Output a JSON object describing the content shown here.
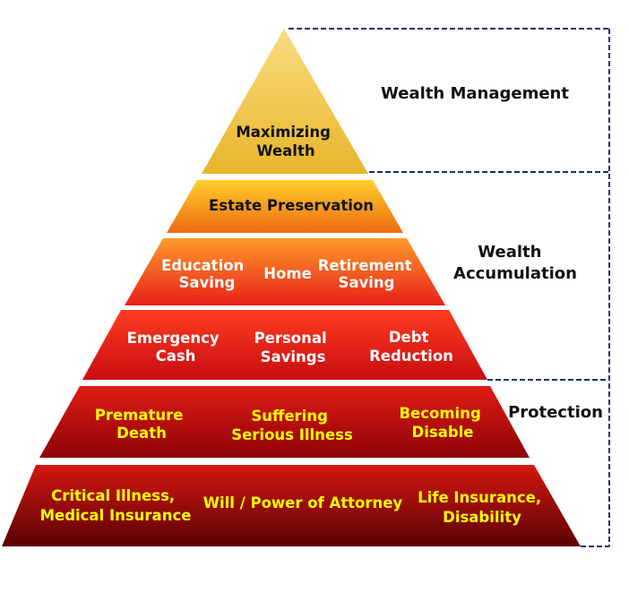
{
  "tiers": [
    {
      "lines": [
        "Maximizing",
        "Wealth"
      ]
    },
    {
      "lines": [
        "Estate Preservation"
      ]
    },
    {
      "items": [
        {
          "lines": [
            "Education",
            "Saving"
          ]
        },
        {
          "lines": [
            "Home"
          ]
        },
        {
          "lines": [
            "Retirement",
            "Saving"
          ]
        }
      ]
    },
    {
      "items": [
        {
          "lines": [
            "Emergency",
            "Cash"
          ]
        },
        {
          "lines": [
            "Personal",
            "Savings"
          ]
        },
        {
          "lines": [
            "Debt",
            "Reduction"
          ]
        }
      ]
    },
    {
      "items": [
        {
          "lines": [
            "Premature",
            "Death"
          ]
        },
        {
          "lines": [
            "Suffering",
            "Serious Illness"
          ]
        },
        {
          "lines": [
            "Becoming",
            "Disable"
          ]
        }
      ]
    },
    {
      "items": [
        {
          "lines": [
            "Critical Illness,",
            "Medical Insurance"
          ]
        },
        {
          "lines": [
            "Will / Power of Attorney"
          ]
        },
        {
          "lines": [
            "Life Insurance,",
            "Disability"
          ]
        }
      ]
    }
  ],
  "categories": [
    {
      "lines": [
        "Wealth Management"
      ]
    },
    {
      "lines": [
        "Wealth",
        "Accumulation"
      ]
    },
    {
      "lines": [
        "Protection"
      ]
    }
  ],
  "colors": {
    "tier_top": [
      "#f9dc80",
      "#e8b52a"
    ],
    "tier_estate": [
      "#ffcf2a",
      "#ee6a12"
    ],
    "tier_mid": [
      "#ff9a2a",
      "#e8201a"
    ],
    "tier_red": [
      "#ff3c20",
      "#c80d10"
    ],
    "tier_dark": [
      "#e01c14",
      "#8c0206"
    ],
    "tier_base": [
      "#d41810",
      "#5a0104"
    ],
    "bracket": "#1f2f6e"
  }
}
